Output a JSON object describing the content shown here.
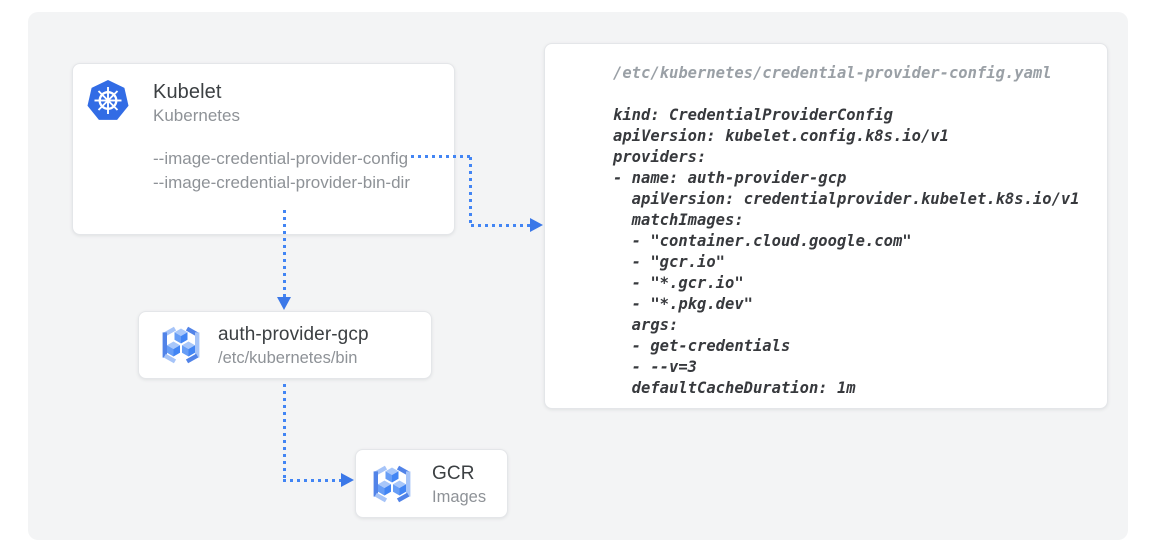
{
  "colors": {
    "arrow_blue": "#4285F4",
    "arrowhead_blue": "#3B78E8",
    "kubernetes_blue": "#326CE5",
    "background_gray": "#F3F4F5",
    "title_text": "#3C4043",
    "muted_text": "#8E9297"
  },
  "nodes": {
    "kubelet": {
      "title": "Kubelet",
      "subtitle": "Kubernetes",
      "flags": [
        "--image-credential-provider-config",
        "--image-credential-provider-bin-dir"
      ]
    },
    "auth_provider": {
      "title": "auth-provider-gcp",
      "subtitle": "/etc/kubernetes/bin"
    },
    "gcr": {
      "title": "GCR",
      "subtitle": "Images"
    }
  },
  "config_file": {
    "path": "/etc/kubernetes/credential-provider-config.yaml",
    "lines": [
      "kind: CredentialProviderConfig",
      "apiVersion: kubelet.config.k8s.io/v1",
      "providers:",
      "- name: auth-provider-gcp",
      "  apiVersion: credentialprovider.kubelet.k8s.io/v1",
      "  matchImages:",
      "  - \"container.cloud.google.com\"",
      "  - \"gcr.io\"",
      "  - \"*.gcr.io\"",
      "  - \"*.pkg.dev\"",
      "  args:",
      "  - get-credentials",
      "  - --v=3",
      "  defaultCacheDuration: 1m"
    ]
  }
}
